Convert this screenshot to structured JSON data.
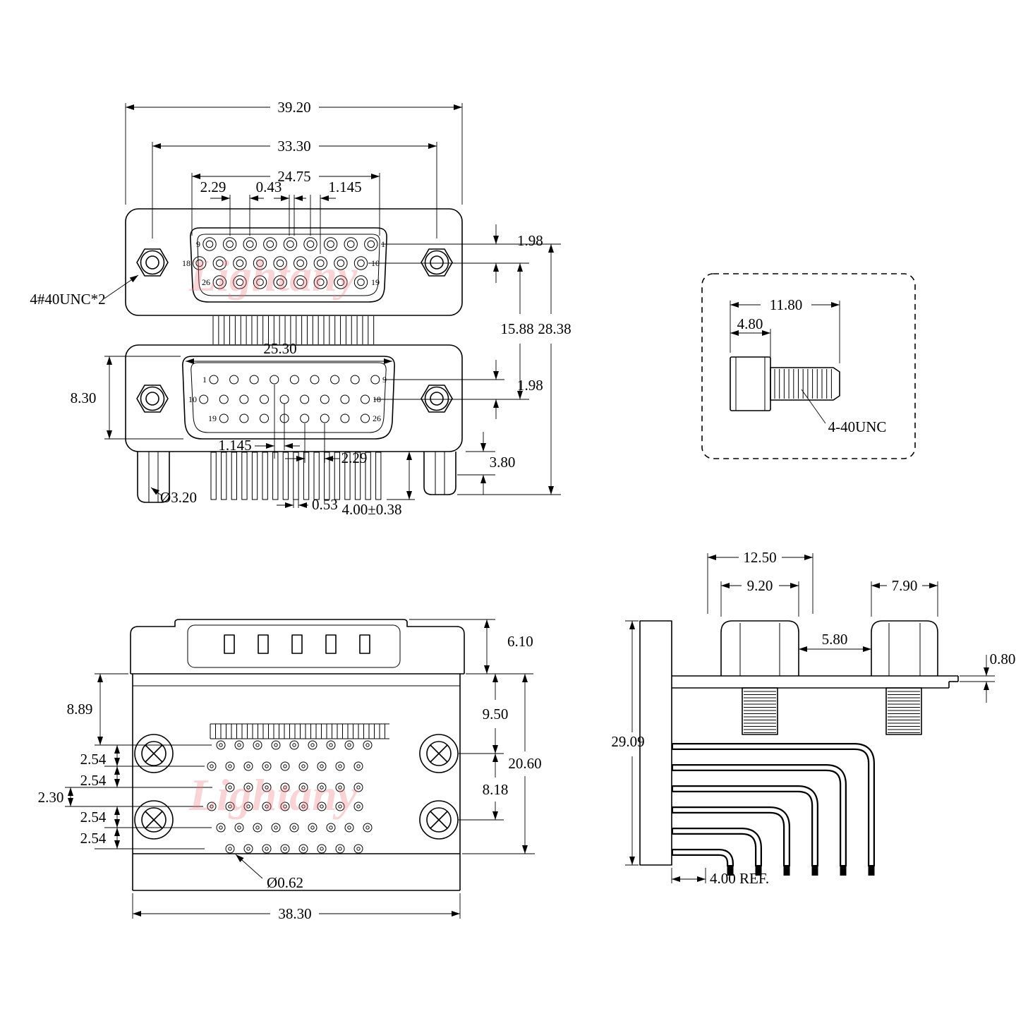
{
  "watermark": {
    "text": "Lightany"
  },
  "front_view": {
    "thread_label": "4#40UNC*2",
    "dims": {
      "outer_width": "39.20",
      "mount_span": "33.30",
      "pin_span": "24.75",
      "pitch_top": "2.29",
      "offset_top": "0.43",
      "half_pitch_top": "1.145",
      "row_gap_top": "1.98",
      "port_spacing": "15.88",
      "overall_height": "28.38",
      "lower_opening_width": "25.30",
      "lower_opening_height": "8.30",
      "row_gap_bottom": "1.98",
      "half_pitch_bottom": "1.145",
      "pitch_bottom": "2.29",
      "boss_height": "3.80",
      "bracket_hole_dia": "Ø3.20",
      "pin_width": "0.53",
      "tail_length": "4.00±0.38"
    },
    "top_port_pin_labels": {
      "row1_left": "9",
      "row1_right": "1",
      "row2_left": "18",
      "row2_right": "10",
      "row3_left": "26",
      "row3_right": "19"
    },
    "bottom_port_pin_labels": {
      "row1_left": "1",
      "row1_right": "9",
      "row2_left": "10",
      "row2_right": "18",
      "row3_left": "19",
      "row3_right": "26"
    }
  },
  "screw_detail": {
    "total_length": "11.80",
    "head_length": "4.80",
    "thread_label": "4-40UNC"
  },
  "bottom_view": {
    "dims": {
      "flange_to_first_row": "8.89",
      "row_pitch_a": "2.54",
      "row_pitch_b": "2.54",
      "group_gap": "2.30",
      "row_pitch_c": "2.54",
      "row_pitch_d": "2.54",
      "hole_dia": "Ø0.62",
      "body_width": "38.30",
      "shell_height": "6.10",
      "flange_to_screw": "9.50",
      "screw_span": "20.60",
      "screw_pitch": "8.18"
    }
  },
  "side_view": {
    "dims": {
      "depth_total": "12.50",
      "shell_a_width": "9.20",
      "shell_b_width": "7.90",
      "shell_gap": "5.80",
      "flange_thickness": "0.80",
      "height_total": "29.09",
      "tail_ref": "4.00 REF."
    }
  }
}
